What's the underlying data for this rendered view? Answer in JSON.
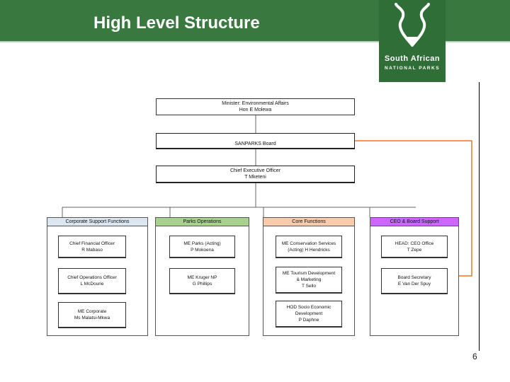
{
  "header": {
    "title": "High Level Structure",
    "band_color": "#39783f",
    "logo": {
      "line1": "South African",
      "line2": "NATIONAL PARKS",
      "icon": "kudu-horns-icon"
    }
  },
  "top_boxes": [
    {
      "title": "Minister: Environmental Affairs",
      "name": "Hon E Molewa"
    },
    {
      "title": "SANPARKS Board",
      "name": ""
    },
    {
      "title": "Chief Executive Officer",
      "name": "T Mketeni"
    }
  ],
  "columns": [
    {
      "header": "Corporate Support Functions",
      "color": "#dce6f1",
      "boxes": [
        {
          "title": "Chief Financial Officer",
          "name": "R Mabaso"
        },
        {
          "title": "Chief Operations Officer",
          "name": "L McDourie"
        },
        {
          "title": "ME Corporate",
          "name": "Ms Malatsi-Mkwa"
        }
      ]
    },
    {
      "header": "Parks Operations",
      "color": "#a9d18e",
      "boxes": [
        {
          "title": "ME Parks (Acting)",
          "name": "P Mokoena"
        },
        {
          "title": "ME Kruger NP",
          "name": "G Phillips"
        }
      ]
    },
    {
      "header": "Core Functions",
      "color": "#f8cbad",
      "boxes": [
        {
          "title": "ME Conservation Services",
          "name": "(Acting) H Hendricks"
        },
        {
          "title": "ME Tourism Development",
          "name": "& Marketing",
          "extra": "T Sello"
        },
        {
          "title": "HOD Socio Economic",
          "name": "Development",
          "extra": "P Daphne"
        }
      ]
    },
    {
      "header": "CEO & Board Support",
      "color": "#cc66ff",
      "boxes": [
        {
          "title": "HEAD: CEO Office",
          "name": "T Zepe"
        },
        {
          "title": "Board Secretary",
          "name": "E Van Der Spuy"
        }
      ]
    }
  ],
  "connector_color": "#e87722",
  "page_number": "6"
}
